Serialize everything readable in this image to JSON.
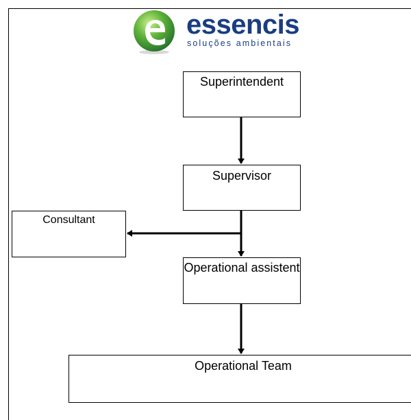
{
  "logo": {
    "wordmark": "essencis",
    "tagline": "soluções ambientais",
    "brand_color": "#1a3d82",
    "emblem_colors": [
      "#2e8b3a",
      "#7fc241",
      "#ffffff"
    ]
  },
  "org_chart": {
    "superintendent": "Superintendent",
    "supervisor": "Supervisor",
    "consultant": "Consultant",
    "operational_assistant": "Operational assistent",
    "operational_team": "Operational Team"
  },
  "connections": [
    {
      "from": "Superintendent",
      "to": "Supervisor"
    },
    {
      "from": "Supervisor",
      "to": "Operational assistent"
    },
    {
      "from": "Supervisor",
      "to": "Consultant"
    },
    {
      "from": "Operational assistent",
      "to": "Operational Team"
    }
  ]
}
